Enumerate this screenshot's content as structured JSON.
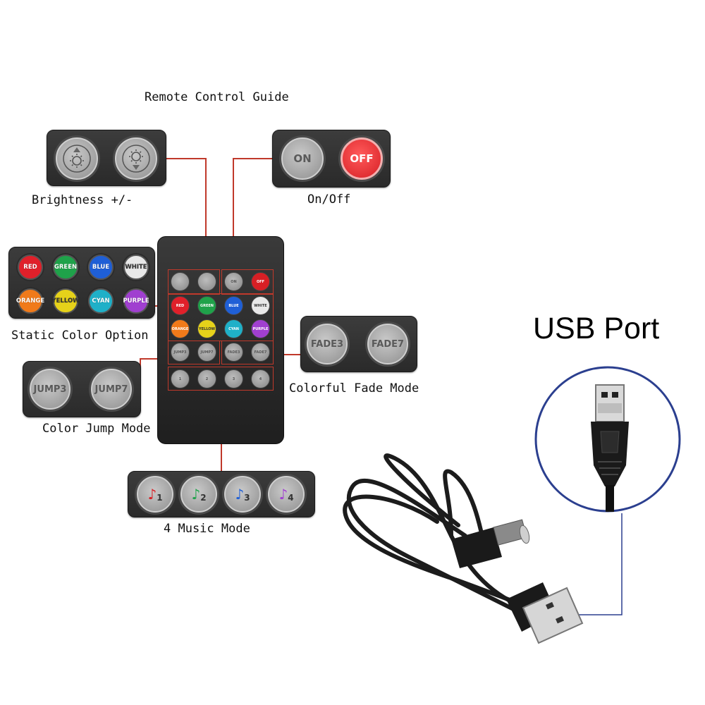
{
  "title": "Remote Control Guide",
  "labels": {
    "brightness": "Brightness +/-",
    "onoff": "On/Off",
    "static_color": "Static Color Option",
    "colorful_fade": "Colorful Fade Mode",
    "color_jump": "Color Jump Mode",
    "music": "4 Music Mode",
    "usb_port": "USB Port"
  },
  "buttons": {
    "on": "ON",
    "off": "OFF",
    "colors": [
      {
        "label": "RED",
        "color": "#e0202a"
      },
      {
        "label": "GREEN",
        "color": "#1fa24a"
      },
      {
        "label": "BLUE",
        "color": "#1f5fd6"
      },
      {
        "label": "WHITE",
        "color": "#e8e8e8"
      },
      {
        "label": "ORANGE",
        "color": "#f07a1a"
      },
      {
        "label": "YELLOW",
        "color": "#e6d21a"
      },
      {
        "label": "CYAN",
        "color": "#1fb0c8"
      },
      {
        "label": "PURPLE",
        "color": "#a03fd0"
      }
    ],
    "fade3": "FADE3",
    "fade7": "FADE7",
    "jump3": "JUMP3",
    "jump7": "JUMP7",
    "music": [
      "1",
      "2",
      "3",
      "4"
    ]
  },
  "colors": {
    "connector_line": "#c0392b",
    "usb_line": "#2b3f8f",
    "panel": "#333333"
  }
}
